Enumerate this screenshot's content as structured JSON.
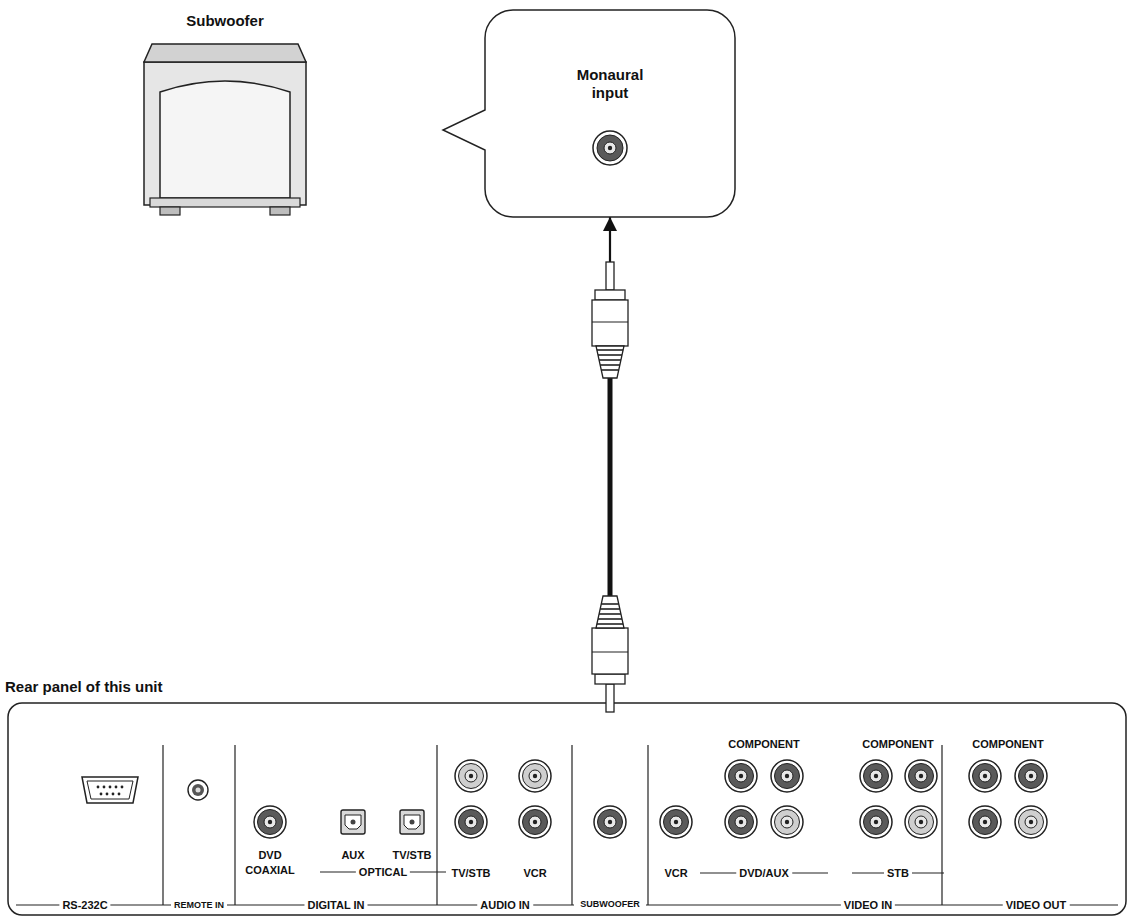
{
  "diagram": {
    "nodes": [
      {
        "text": [
          "Subwoofer"
        ]
      },
      {
        "text": [
          "Monaural input"
        ]
      },
      {
        "text": [
          "Rear panel of this unit"
        ]
      },
      {
        "text": [
          "SUBWOOFER"
        ],
        "in": 2
      }
    ],
    "edges": [
      {
        "from": 3,
        "to": 1,
        "arrow": "both"
      }
    ],
    "labels": [
      "COMPONENT",
      "COMPONENT",
      "COMPONENT",
      "DVD COAXIAL",
      "AUX",
      "TV/STB",
      "OPTICAL",
      "TV/STB",
      "VCR",
      "VCR",
      "DVD/AUX",
      "STB",
      "RS-232C",
      "REMOTE IN",
      "DIGITAL IN",
      "AUDIO IN",
      "VIDEO IN",
      "VIDEO OUT"
    ]
  }
}
